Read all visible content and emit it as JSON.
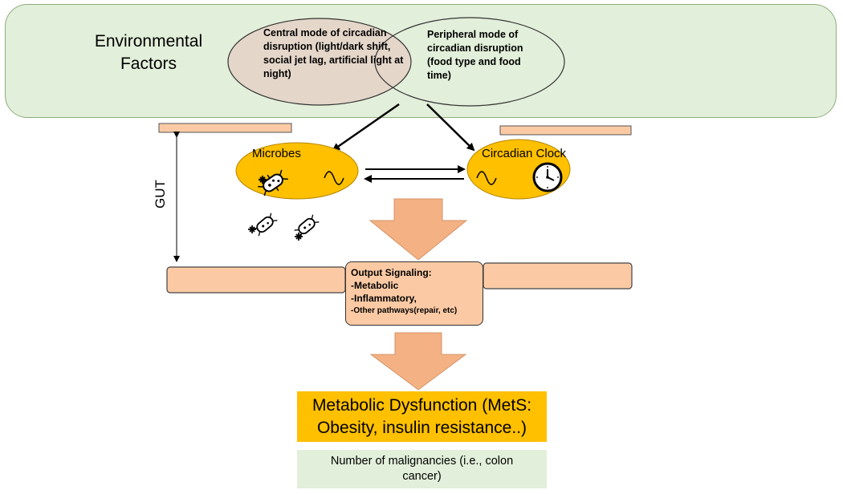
{
  "environment": {
    "title": "Environmental Factors",
    "central_mode": "Central mode of circadian disruption (light/dark shift, social jet lag, artificial light at night)",
    "peripheral_mode": "Peripheral mode of circadian disruption (food type and food time)"
  },
  "gut": {
    "label": "GUT"
  },
  "microbes": {
    "label": "Microbes",
    "icons": [
      "bacterium-icon",
      "wave-icon"
    ]
  },
  "circadian_clock": {
    "label": "Circadian Clock",
    "icons": [
      "wave-icon",
      "clock-icon"
    ]
  },
  "output_signaling": {
    "title": "Output Signaling:",
    "items": [
      "-Metabolic",
      "-Inflammatory,",
      "-Other pathways(repair, etc)"
    ]
  },
  "metabolic_dysfunction": {
    "text": "Metabolic Dysfunction (MetS: Obesity, insulin resistance..)"
  },
  "malignancies": {
    "text": "Number of malignancies (i.e., colon cancer)"
  },
  "colors": {
    "panel_green": "#e2efda",
    "central_ellipse": "#e4d6c9",
    "gold": "#ffc000",
    "peach": "#fbcaa4",
    "arrow_peach": "#f4b183"
  }
}
